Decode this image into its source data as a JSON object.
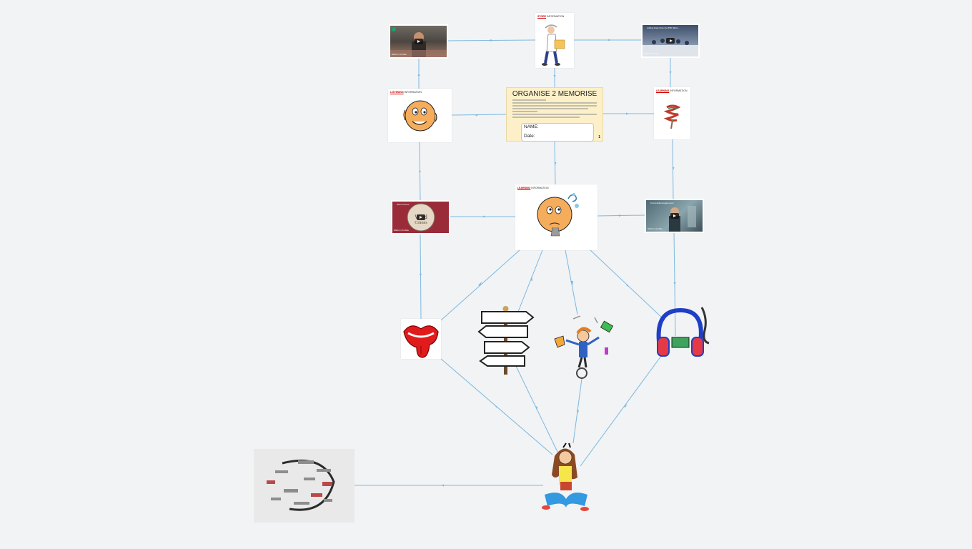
{
  "worksheet": {
    "title": "ORGANISE 2 MEMORISE",
    "name_label": "NAME:",
    "date_label": "Date:",
    "page_number": "1"
  },
  "cards": {
    "top_label_pre": "",
    "top_label_em": "STORE",
    "top_label_post": " INFORMATION",
    "left_label_em": "LISTENING",
    "left_label_post": " INFORMATION",
    "right_label_em": "LEARNING",
    "right_label_post": " INFORMATION",
    "center_label_em": "LEARNING",
    "center_label_post": " INFORMATION"
  },
  "videos": {
    "v1_title": "",
    "v2_title": "Adding Data Onto the BBC Micro...",
    "v3_title": "Word Crimes",
    "v4_title": "Kunst Akkompagnement"
  },
  "yt": {
    "watch_on": "Watch on YouTube"
  },
  "colors": {
    "background": "#f1f3f5",
    "connector": "#7fb8de",
    "worksheet": "#fdf0c8",
    "accent_red": "#cc0000",
    "headphone_blue": "#1f3fc7"
  },
  "icons": [
    "tongue-icon",
    "signpost-icon",
    "juggler-icon",
    "headphones-icon",
    "girl-icon",
    "thinking-face-icon",
    "listening-face-icon",
    "doctor-icon",
    "spiral-icon"
  ]
}
